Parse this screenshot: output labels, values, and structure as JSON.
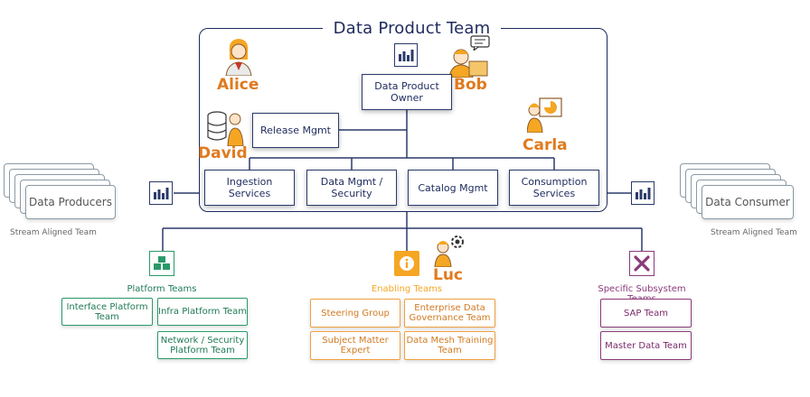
{
  "title": "Data Product Team",
  "people": {
    "alice": "Alice",
    "bob": "Bob",
    "carla": "Carla",
    "david": "David",
    "luc": "Luc"
  },
  "core": {
    "owner": "Data Product Owner",
    "release": "Release Mgmt",
    "services": [
      "Ingestion Services",
      "Data Mgmt / Security",
      "Catalog Mgmt",
      "Consumption Services"
    ]
  },
  "producers": {
    "label": "Data Producers",
    "caption": "Stream Aligned Team"
  },
  "consumer": {
    "label": "Data Consumer",
    "caption": "Stream Aligned Team"
  },
  "platform": {
    "label": "Platform Teams",
    "items": [
      "Interface Platform Team",
      "Infra Platform Team",
      "Network / Security Platform Team"
    ]
  },
  "enabling": {
    "label": "Enabling Teams",
    "items": [
      "Steering Group",
      "Enterprise Data Governance Team",
      "Subject Matter Expert",
      "Data Mesh Training Team"
    ]
  },
  "specific": {
    "label": "Specific Subsystem Teams",
    "items": [
      "SAP Team",
      "Master Data Team"
    ]
  },
  "colors": {
    "navy": "#1d2a5c",
    "orange": "#e07a1f",
    "green": "#2a9a6a",
    "purple": "#8a3a7a",
    "amber": "#f5a623"
  },
  "icons": [
    "bar-chart-icon",
    "person-icon",
    "speech-bubble-icon",
    "presentation-icon",
    "database-icon",
    "gear-icon",
    "cubes-icon",
    "info-icon",
    "tools-icon"
  ]
}
